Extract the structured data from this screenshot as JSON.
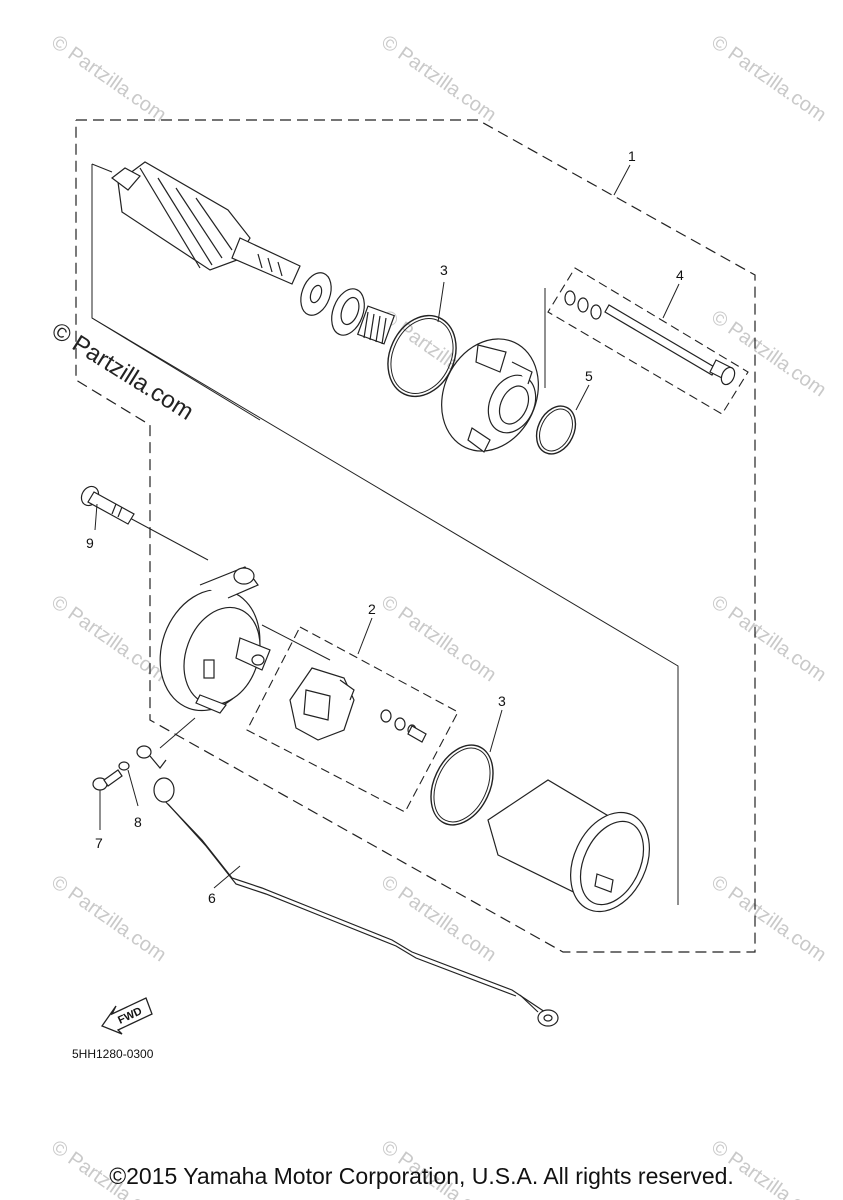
{
  "watermark": {
    "text": "© Partzilla.com",
    "large_text": "© Partzilla.com"
  },
  "callouts": {
    "c1": "1",
    "c2": "2",
    "c3a": "3",
    "c3b": "3",
    "c4": "4",
    "c5": "5",
    "c6": "6",
    "c7": "7",
    "c8": "8",
    "c9": "9"
  },
  "fwd_label": "FWD",
  "diagram_code": "5HH1280-0300",
  "copyright": "©2015 Yamaha Motor Corporation, U.S.A. All rights reserved."
}
